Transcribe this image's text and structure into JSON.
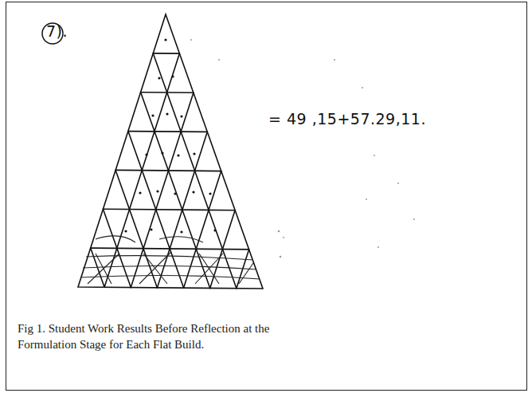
{
  "diagram": {
    "caption": "Fig 1. Student Work Results Before Reflection at the Formulation Stage for Each Flat Build.",
    "labels": [
      "7).",
      "= 49 ,15+57.29,11."
    ]
  }
}
